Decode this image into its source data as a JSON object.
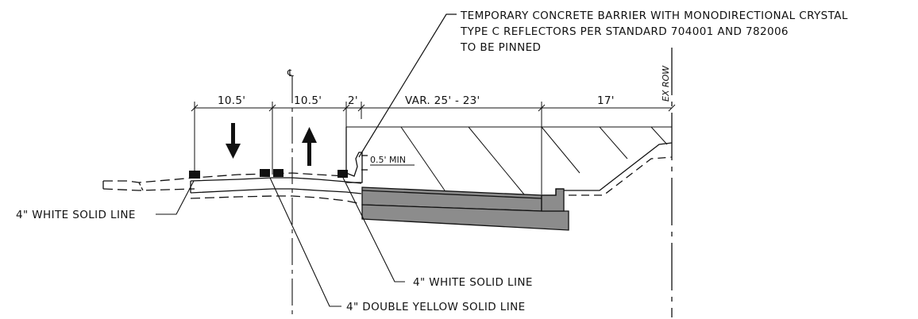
{
  "callouts": {
    "barrier_line1": "TEMPORARY CONCRETE BARRIER WITH MONODIRECTIONAL CRYSTAL",
    "barrier_line2": "TYPE C REFLECTORS PER STANDARD 704001 AND 782006",
    "barrier_line3": "TO BE PINNED",
    "left_white_line": "4\" WHITE SOLID LINE",
    "right_white_line": "4\" WHITE SOLID LINE",
    "double_yellow": "4\" DOUBLE YELLOW SOLID LINE"
  },
  "dimensions": {
    "lane_left": "10.5'",
    "lane_right": "10.5'",
    "shoulder": "2'",
    "variable": "VAR. 25' - 23'",
    "right": "17'",
    "offset_min": "0.5' MIN"
  },
  "markers": {
    "centerline": "℄",
    "row": "EX ROW"
  },
  "colors": {
    "line": "#111111",
    "pavement_fill": "#8c8c8c",
    "marking": "#111111"
  }
}
